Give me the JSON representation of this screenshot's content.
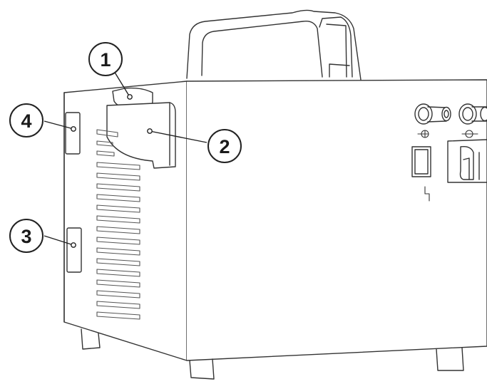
{
  "callouts": [
    {
      "id": "1",
      "label": "1"
    },
    {
      "id": "2",
      "label": "2"
    },
    {
      "id": "3",
      "label": "3"
    },
    {
      "id": "4",
      "label": "4"
    }
  ],
  "colors": {
    "line": "#333333",
    "fill": "#ffffff",
    "vent": "#555555"
  },
  "icons": [
    "ground-terminal-icon",
    "power-switch-icon",
    "lightning-icon"
  ]
}
